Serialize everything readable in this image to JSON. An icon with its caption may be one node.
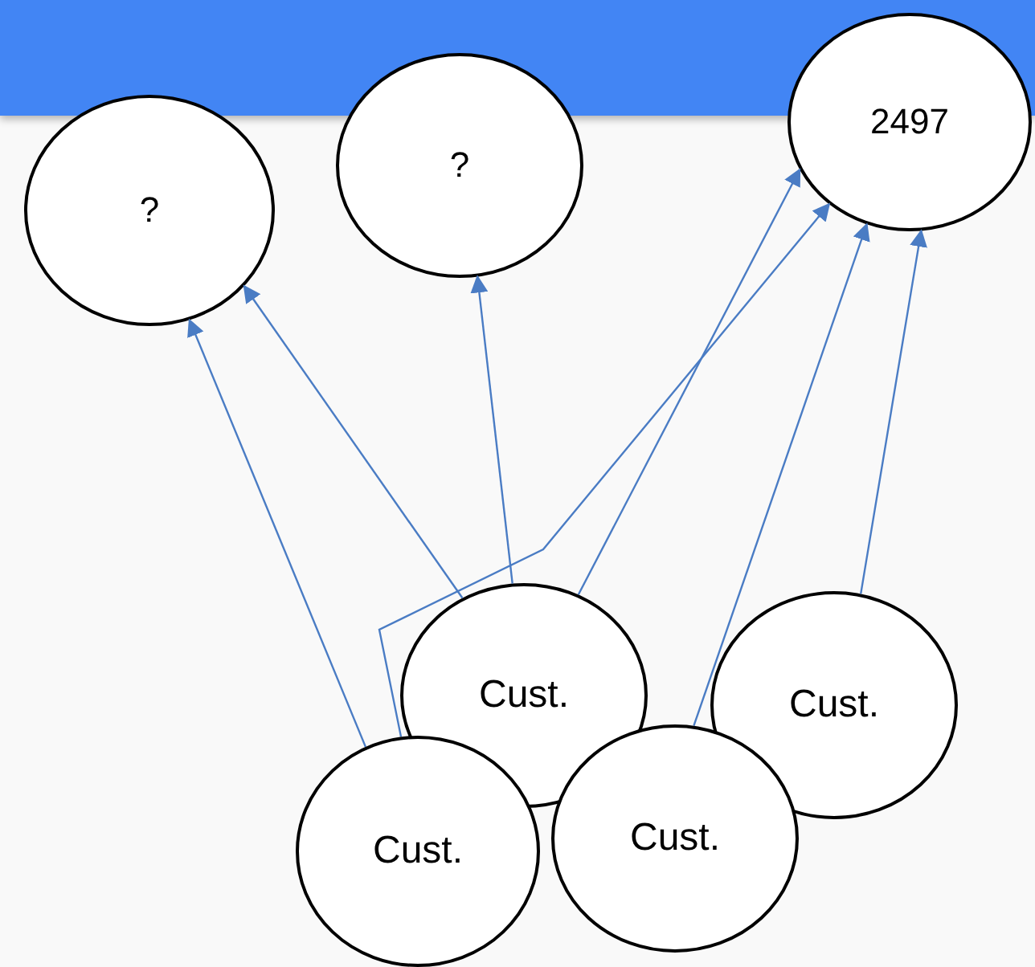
{
  "diagram": {
    "nodes": [
      {
        "text": [
          "?"
        ]
      },
      {
        "text": [
          "?"
        ]
      },
      {
        "text": [
          "2497"
        ]
      },
      {
        "text": [
          "Cust."
        ]
      },
      {
        "text": [
          "Cust."
        ]
      },
      {
        "text": [
          "Cust."
        ]
      },
      {
        "text": [
          "Cust."
        ]
      }
    ],
    "edges": [
      {
        "from": 5,
        "to": 0,
        "arrow": "to"
      },
      {
        "from": 3,
        "to": 0,
        "arrow": "to"
      },
      {
        "from": 3,
        "to": 1,
        "arrow": "to"
      },
      {
        "from": 3,
        "to": 2,
        "arrow": "to"
      },
      {
        "from": 5,
        "to": 2,
        "arrow": "to"
      },
      {
        "from": 6,
        "to": 2,
        "arrow": "to"
      },
      {
        "from": 4,
        "to": 2,
        "arrow": "to"
      }
    ]
  }
}
